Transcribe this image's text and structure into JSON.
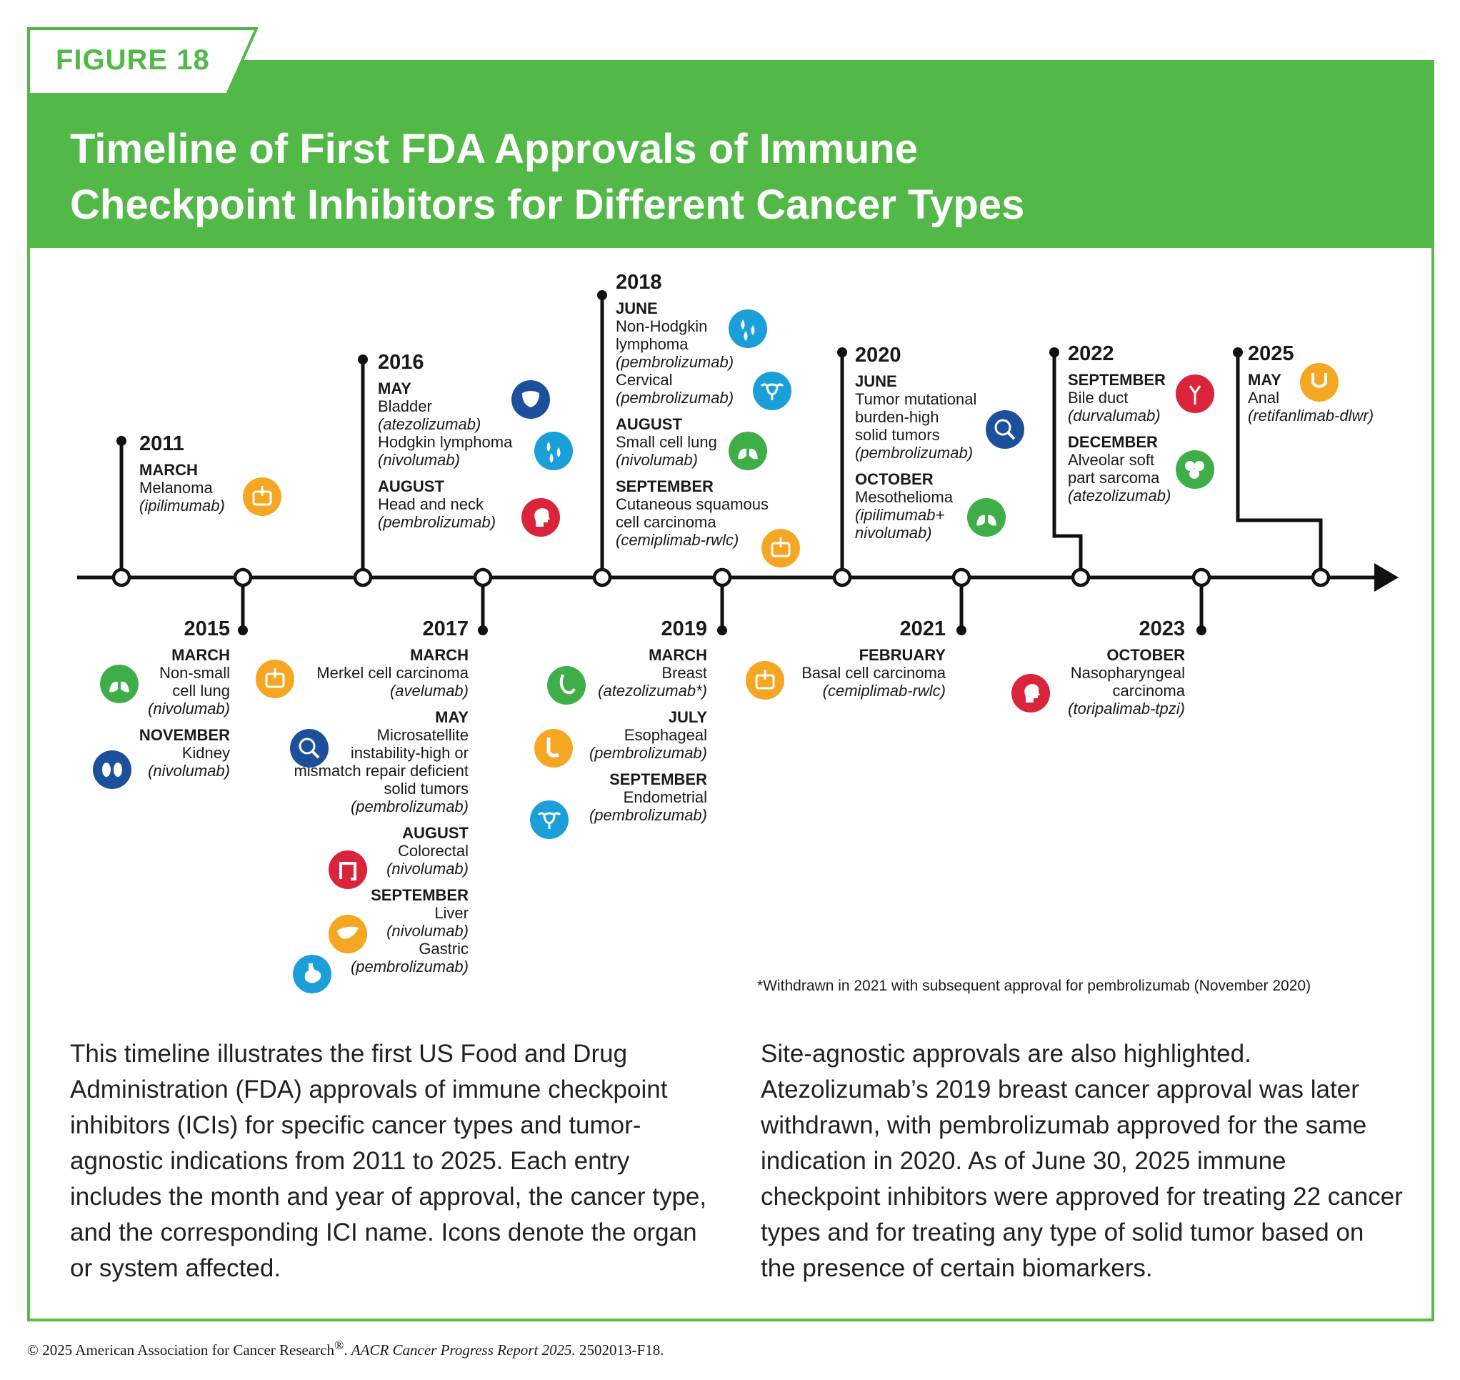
{
  "figure_label": "FIGURE 18",
  "title_line1": "Timeline of First FDA Approvals of Immune",
  "title_line2": "Checkpoint Inhibitors for Different Cancer Types",
  "colors": {
    "green": "#52b848",
    "orange": "#f5a623",
    "red": "#d9243b",
    "blue": "#1c4f9c",
    "lightblue": "#1b9fd8",
    "mid_green": "#3fae49"
  },
  "entries": {
    "y2011": {
      "year": "2011",
      "g1": {
        "month": "MARCH",
        "type": "Melanoma",
        "drug": "(ipilimumab)",
        "icon": "skin-icon"
      }
    },
    "y2015": {
      "year": "2015",
      "g1": {
        "month": "MARCH",
        "type1": "Non-small",
        "type2": "cell lung",
        "drug": "(nivolumab)",
        "icon": "lung-icon"
      },
      "g2": {
        "month": "NOVEMBER",
        "type": "Kidney",
        "drug": "(nivolumab)",
        "icon": "kidney-icon"
      }
    },
    "y2016": {
      "year": "2016",
      "g1": {
        "month": "MAY",
        "type": "Bladder",
        "drug": "(atezolizumab)",
        "icon": "bladder-icon"
      },
      "g2": {
        "type": "Hodgkin lymphoma",
        "drug": "(nivolumab)",
        "icon": "blood-drops-icon"
      },
      "g3": {
        "month": "AUGUST",
        "type": "Head and neck",
        "drug": "(pembrolizumab)",
        "icon": "head-icon"
      }
    },
    "y2017": {
      "year": "2017",
      "g1": {
        "month": "MARCH",
        "type": "Merkel cell carcinoma",
        "drug": "(avelumab)",
        "icon": "skin-icon"
      },
      "g2": {
        "month": "MAY",
        "type1": "Microsatellite",
        "type2": "instability-high or",
        "type3": "mismatch repair deficient",
        "type4": "solid tumors",
        "drug": "(pembrolizumab)",
        "icon": "dna-magnifier-icon"
      },
      "g3": {
        "month": "AUGUST",
        "type": "Colorectal",
        "drug": "(nivolumab)",
        "icon": "colon-icon"
      },
      "g4": {
        "month": "SEPTEMBER",
        "type": "Liver",
        "drug": "(nivolumab)",
        "icon": "liver-icon"
      },
      "g5": {
        "type": "Gastric",
        "drug": "(pembrolizumab)",
        "icon": "stomach-icon"
      }
    },
    "y2018": {
      "year": "2018",
      "g1": {
        "month": "JUNE",
        "type1": "Non-Hodgkin",
        "type2": "lymphoma",
        "drug": "(pembrolizumab)",
        "icon": "blood-drops-icon"
      },
      "g2": {
        "type": "Cervical",
        "drug": "(pembrolizumab)",
        "icon": "uterus-icon"
      },
      "g3": {
        "month": "AUGUST",
        "type": "Small cell lung",
        "drug": "(nivolumab)",
        "icon": "lung-icon"
      },
      "g4": {
        "month": "SEPTEMBER",
        "type1": "Cutaneous squamous",
        "type2": "cell carcinoma",
        "drug": "(cemiplimab-rwlc)",
        "icon": "skin-icon"
      }
    },
    "y2019": {
      "year": "2019",
      "g1": {
        "month": "MARCH",
        "type": "Breast",
        "drug": "(atezolizumab*)",
        "icon": "breast-icon"
      },
      "g2": {
        "month": "JULY",
        "type": "Esophageal",
        "drug": "(pembrolizumab)",
        "icon": "esophagus-icon"
      },
      "g3": {
        "month": "SEPTEMBER",
        "type": "Endometrial",
        "drug": "(pembrolizumab)",
        "icon": "uterus-icon"
      }
    },
    "y2020": {
      "year": "2020",
      "g1": {
        "month": "JUNE",
        "type1": "Tumor mutational",
        "type2": "burden-high",
        "type3": "solid tumors",
        "drug": "(pembrolizumab)",
        "icon": "dna-magnifier-icon"
      },
      "g2": {
        "month": "OCTOBER",
        "type": "Mesothelioma",
        "drug1": "(ipilimumab+",
        "drug2": "nivolumab)",
        "icon": "lung-icon"
      }
    },
    "y2021": {
      "year": "2021",
      "g1": {
        "month": "FEBRUARY",
        "type": "Basal cell carcinoma",
        "drug": "(cemiplimab-rwlc)",
        "icon": "skin-icon"
      }
    },
    "y2022": {
      "year": "2022",
      "g1": {
        "month": "SEPTEMBER",
        "type": "Bile duct",
        "drug": "(durvalumab)",
        "icon": "bile-duct-icon"
      },
      "g2": {
        "month": "DECEMBER",
        "type1": "Alveolar soft",
        "type2": "part sarcoma",
        "drug": "(atezolizumab)",
        "icon": "tissue-icon"
      }
    },
    "y2023": {
      "year": "2023",
      "g1": {
        "month": "OCTOBER",
        "type1": "Nasopharyngeal",
        "type2": "carcinoma",
        "drug": "(toripalimab-tpzi)",
        "icon": "head-icon"
      }
    },
    "y2025": {
      "year": "2025",
      "g1": {
        "month": "MAY",
        "type": "Anal",
        "drug": "(retifanlimab-dlwr)",
        "icon": "anus-icon"
      }
    }
  },
  "footnote": "*Withdrawn in 2021 with subsequent approval for pembrolizumab (November 2020)",
  "para_left": "This timeline illustrates the first US Food and Drug Administration (FDA) approvals of immune checkpoint inhibitors (ICIs) for specific cancer types and tumor-agnostic indications from 2011 to 2025. Each entry includes the month and year of approval, the cancer type, and the corresponding ICI name. Icons denote the organ or system affected.",
  "para_right": "Site-agnostic approvals are also highlighted. Atezolizumab’s 2019 breast cancer approval was later withdrawn, with pembrolizumab approved for the same indication in 2020. As of June 30, 2025 immune checkpoint inhibitors were approved for treating 22 cancer types and for treating any type of solid tumor based on the presence of certain biomarkers.",
  "copyright_1": "© 2025 American Association for Cancer Research",
  "copyright_reg": "®",
  "copyright_2": ". ",
  "copyright_italic": "AACR Cancer Progress Report 2025.",
  "copyright_3": " 2502013-F18."
}
